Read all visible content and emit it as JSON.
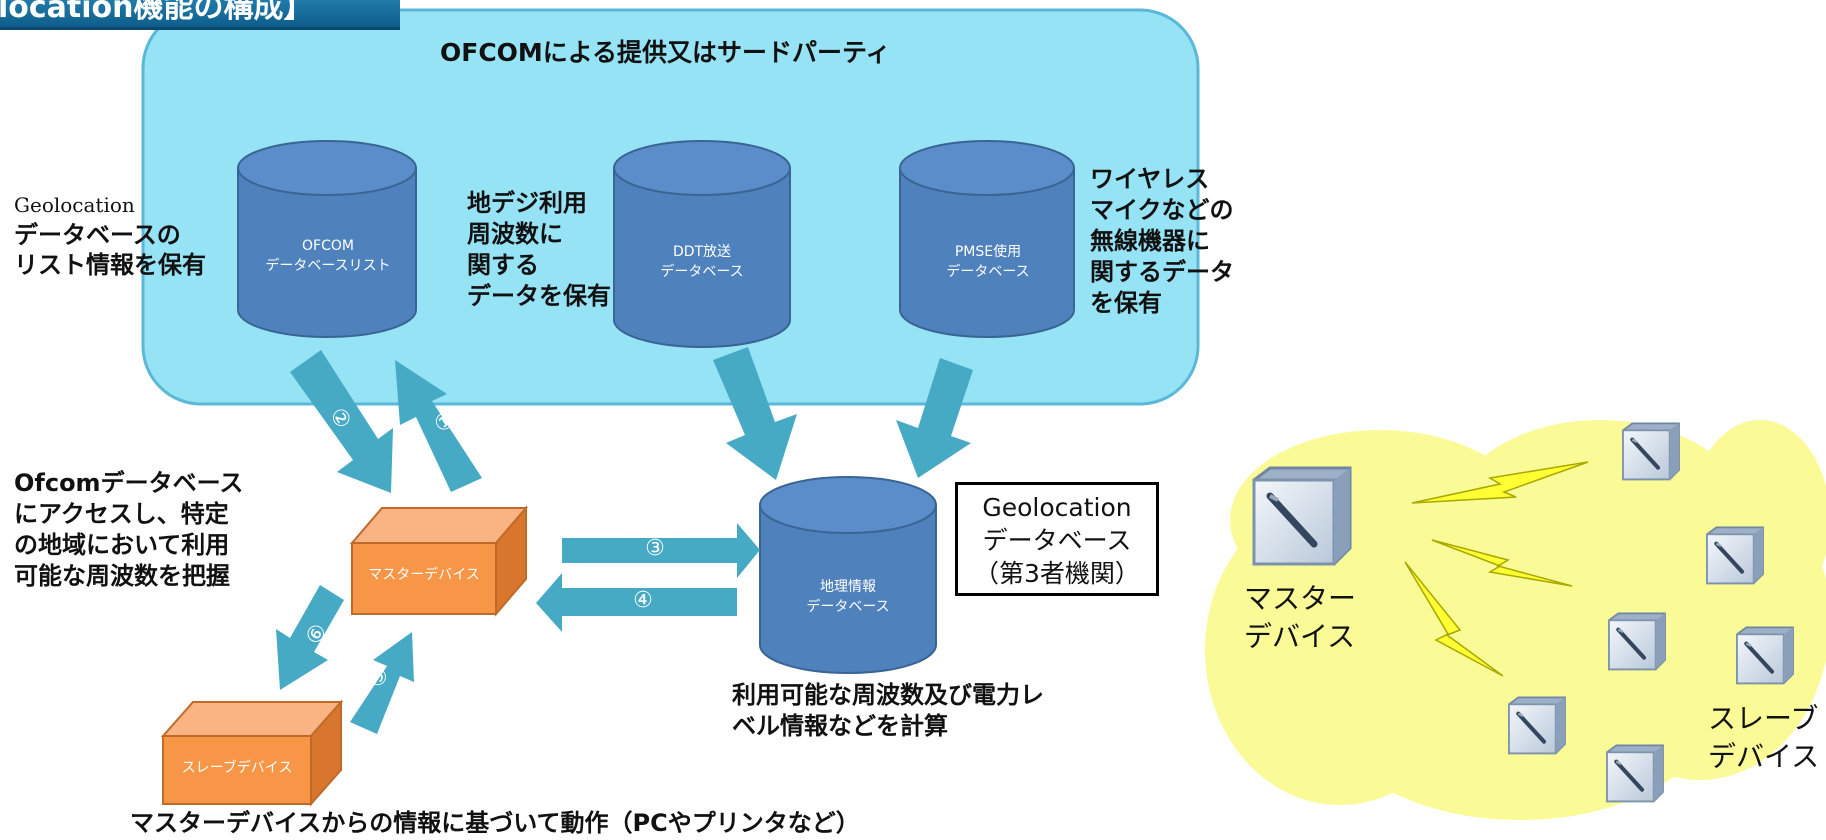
{
  "header": {
    "title": "location機能の構成】"
  },
  "region": {
    "title": "OFCOMによる提供又はサードパーティ"
  },
  "databases": {
    "ofcom_list": {
      "line1": "OFCOM",
      "line2": "データベースリスト"
    },
    "ddt": {
      "line1": "DDT放送",
      "line2": "データベース"
    },
    "pmse": {
      "line1": "PMSE使用",
      "line2": "データベース"
    },
    "geo": {
      "line1": "地理情報",
      "line2": "データベース"
    }
  },
  "labels": {
    "geolocation_list": [
      "Geolocation",
      "データベースの",
      "リスト情報を保有"
    ],
    "ddt_note": [
      "地デジ利用",
      "周波数に",
      "関する",
      "データを保有"
    ],
    "pmse_note": [
      "ワイヤレス",
      "マイクなどの",
      "無線機器に",
      "関するデータ",
      "を保有"
    ],
    "ofcom_access": [
      "Ofcomデータベース",
      "にアクセスし、特定",
      "の地域において利用",
      "可能な周波数を把握"
    ],
    "calc": [
      "利用可能な周波数及び電力レ",
      "ベル情報などを計算"
    ],
    "slave_note": "マスターデバイスからの情報に基づいて動作（PCやプリンタなど）"
  },
  "geo_box": {
    "line1": "Geolocation",
    "line2": "データベース",
    "line3": "（第3者機関）"
  },
  "devices": {
    "master": "マスターデバイス",
    "slave": "スレーブデバイス"
  },
  "steps": [
    "①",
    "②",
    "③",
    "④",
    "⑤",
    "⑥"
  ],
  "right_panel": {
    "master_label": [
      "マスター",
      "デバイス"
    ],
    "slave_label": [
      "スレーブ",
      "デバイス"
    ]
  },
  "colors": {
    "region_fill": "#96e3f5",
    "cylinder": "#4f81bd",
    "arrow": "#46aac5",
    "box_orange": "#f79646",
    "cloud": "#fafa96",
    "lightning": "#ffff33"
  }
}
